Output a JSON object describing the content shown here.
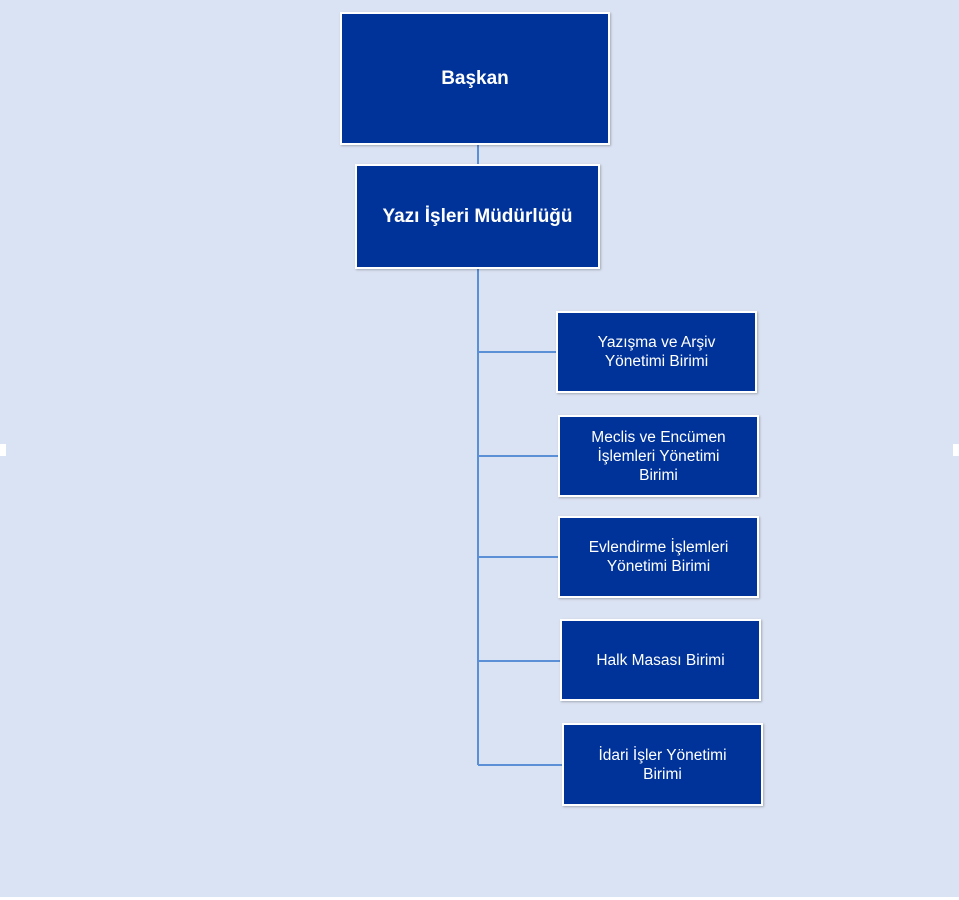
{
  "colors": {
    "background": "#dae3f3",
    "box_fill": "#003399",
    "box_border": "#ffffff",
    "box_text": "#ffffff",
    "connector": "#5b8fd6"
  },
  "chart": {
    "root": {
      "label": "Başkan"
    },
    "directorate": {
      "label": "Yazı İşleri Müdürlüğü"
    },
    "units": [
      {
        "label": "Yazışma ve Arşiv\nYönetimi Birimi"
      },
      {
        "label": "Meclis ve Encümen\nİşlemleri Yönetimi\nBirimi"
      },
      {
        "label": "Evlendirme İşlemleri\nYönetimi Birimi"
      },
      {
        "label": "Halk Masası Birimi"
      },
      {
        "label": "İdari İşler Yönetimi\nBirimi"
      }
    ]
  }
}
